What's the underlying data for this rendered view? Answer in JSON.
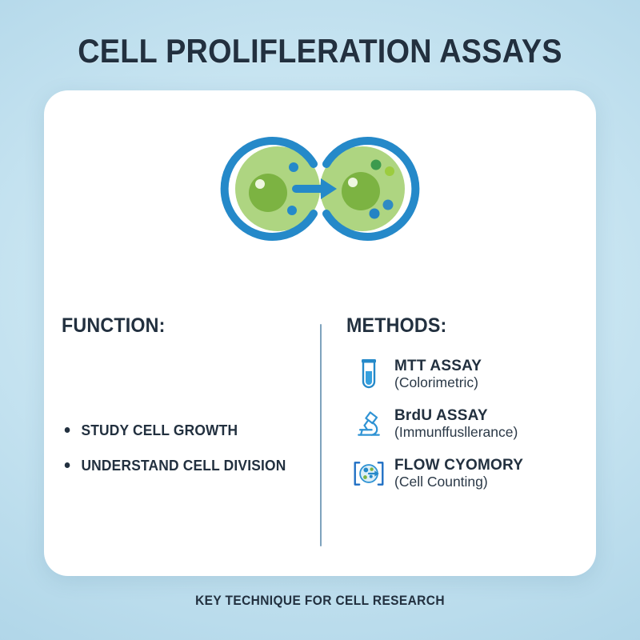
{
  "title": "CELL PROLIFLERATION ASSAYS",
  "footer": "KEY TECHNIQUE FOR CELL RESEARCH",
  "illustration": {
    "name": "cell-division-diagram",
    "description": "Two green cells with blue membrane rings and an arrow showing division"
  },
  "function_section": {
    "heading": "FUNCTION:",
    "bullets": [
      "STUDY CELL GROWTH",
      "UNDERSTAND CELL DIVISION"
    ]
  },
  "methods_section": {
    "heading": "METHODS:",
    "items": [
      {
        "name": "MTT ASSAY",
        "detail": "(Colorimetric)",
        "icon": "test-tube-icon"
      },
      {
        "name": "BrdU ASSAY",
        "detail": "(Immunffusllerance)",
        "icon": "microscope-icon"
      },
      {
        "name": "FLOW CYOMORY",
        "detail": "(Cell Counting)",
        "icon": "flow-cytometry-icon"
      }
    ]
  },
  "colors": {
    "background_light": "#d9eef7",
    "background_dark": "#a8cfe4",
    "card": "#ffffff",
    "text_dark": "#22303f",
    "accent_blue": "#2589c9",
    "divider": "#7fa3bd",
    "cell_cytoplasm": "#aed581",
    "cell_nucleus": "#7cb342"
  }
}
